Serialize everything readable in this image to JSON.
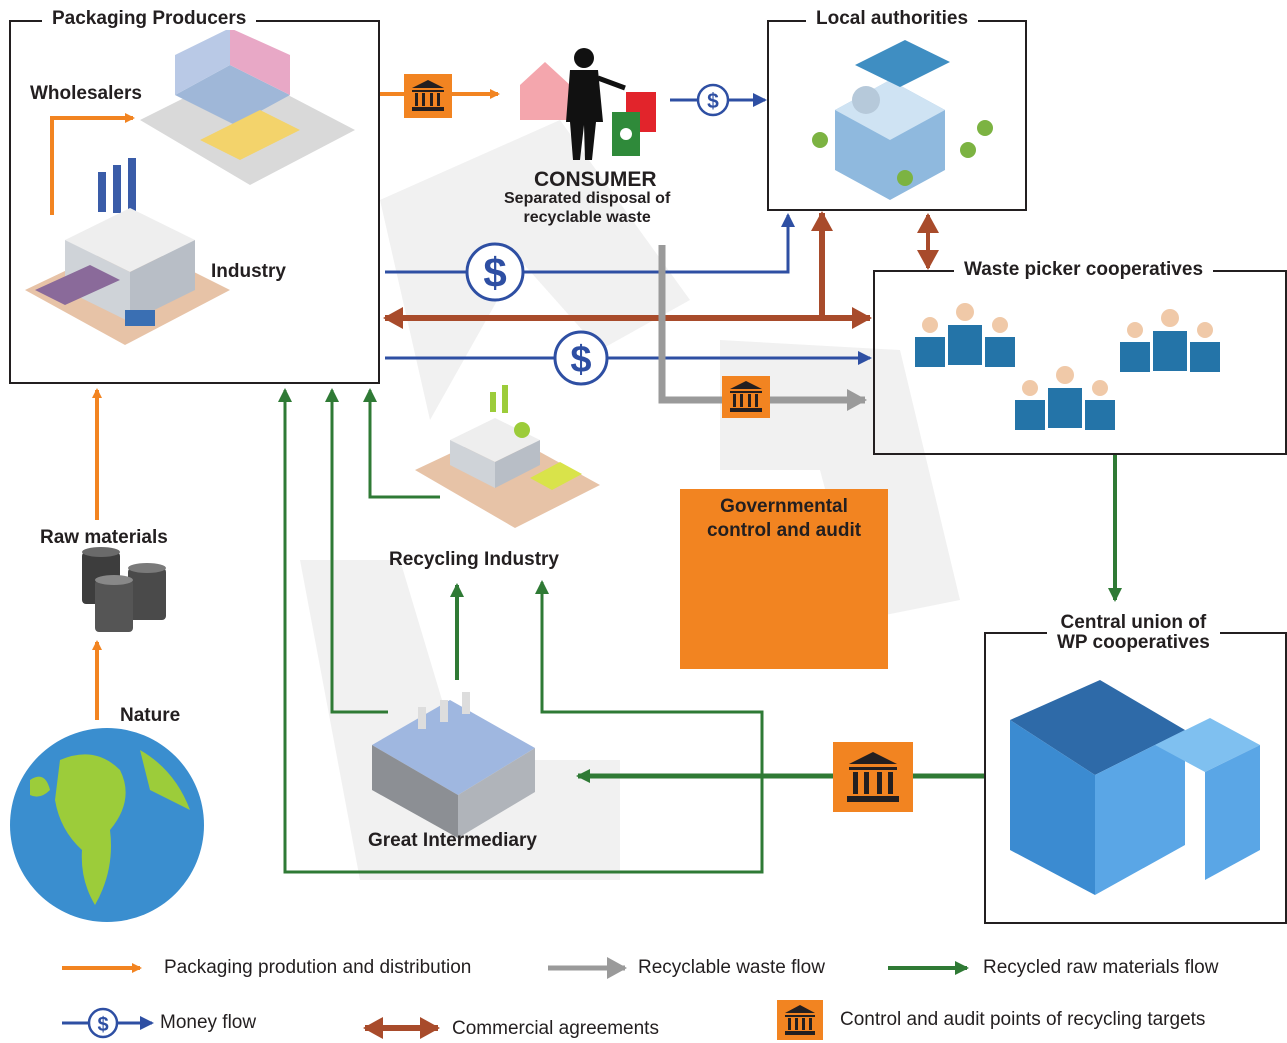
{
  "boxes": {
    "packaging_producers": "Packaging Producers",
    "local_authorities": "Local authorities",
    "waste_picker_coops": "Waste picker cooperatives",
    "central_union": "Central union of\nWP cooperatives"
  },
  "nodes": {
    "wholesalers": "Wholesalers",
    "industry": "Industry",
    "consumer": "CONSUMER",
    "consumer_sub": "Separated disposal of\nrecyclable waste",
    "recycling_industry": "Recycling Industry",
    "great_intermediary": "Great Intermediary",
    "raw_materials": "Raw materials",
    "nature": "Nature",
    "governmental": "Governmental\ncontrol and audit"
  },
  "legend": {
    "packaging": "Packaging prodution and distribution",
    "recyclable": "Recyclable waste flow",
    "recycled": "Recycled raw materials flow",
    "money": "Money flow",
    "commercial": "Commercial agreements",
    "control": "Control and audit points of recycling targets"
  },
  "colors": {
    "orange": "#f28421",
    "blue": "#2e4fa3",
    "gray": "#9a9a9a",
    "green": "#2f7a35",
    "brown": "#a84b2b"
  },
  "icons": [
    "bank-icon",
    "dollar-icon",
    "globe-icon",
    "barrels-icon",
    "factory-icon",
    "building-icon",
    "people-icon",
    "recycle-icon"
  ]
}
